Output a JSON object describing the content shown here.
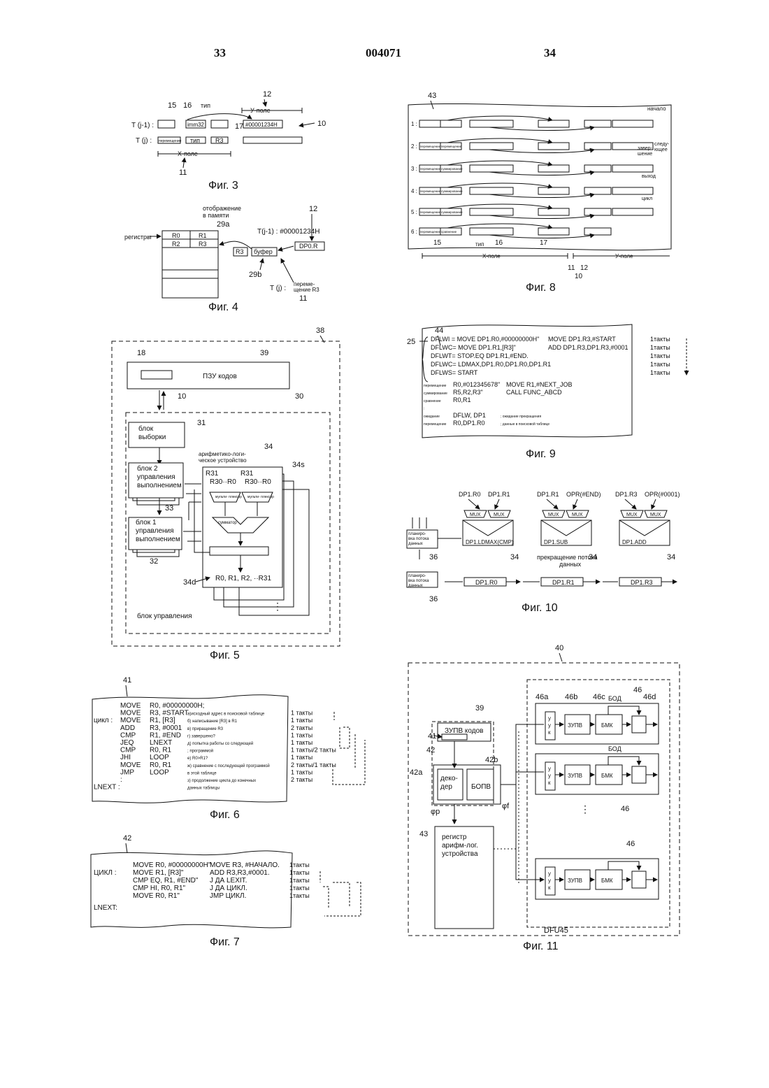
{
  "header": {
    "page_left": "33",
    "doc_number": "004071",
    "page_right": "34"
  },
  "fig3": {
    "caption": "Фиг. 3",
    "labels": {
      "n15": "15",
      "n16": "16",
      "n12": "12",
      "n10": "10",
      "n17": "17",
      "n11": "11",
      "type": "тип",
      "yfield": "У-поле",
      "xfield": "X-поле",
      "tj1": "T (j-1) :",
      "tj": "T (j) :",
      "imm32": "imm32",
      "hex": "#00001234H",
      "tip": "тип",
      "r3": "R3",
      "move": "перемещение"
    }
  },
  "fig4": {
    "caption": "Фиг. 4",
    "labels": {
      "mapping": "отображение\nв памяти",
      "n12": "12",
      "n29a": "29a",
      "n29b": "29b",
      "n11": "11",
      "registers": "регистры",
      "r0": "R0",
      "r1": "R1",
      "r2": "R2",
      "r3": "R3",
      "tj1": "T(j-1) : #00001234H",
      "dp": "DP0.R",
      "r3box": "R3",
      "buffer": "буфер",
      "tj": "T (j) :",
      "move": "переме-\nщение R3"
    }
  },
  "fig5": {
    "caption": "Фиг. 5",
    "labels": {
      "n38": "38",
      "n18": "18",
      "n39": "39",
      "rom": "ПЗУ кодов",
      "n10": "10",
      "n30": "30",
      "n31": "31",
      "fetch": "блок\nвыборки",
      "alu_title": "арифметико-логи-\nческое устройство",
      "n34": "34",
      "n34s": "34s",
      "exec2": "блок 2\nуправления\nвыполнением",
      "n33": "33",
      "exec1": "блок 1\nуправления\nвыполнением",
      "n32": "32",
      "r31a": "R31",
      "r30r0a": "R30··R0",
      "r31b": "R31",
      "r30r0b": "R30··R0",
      "mux": "мульти-\nплексор",
      "adder": "сумматор",
      "regs": "R0, R1, R2, ··R31",
      "n34d": "34d",
      "ctrl": "блок управления",
      "dots": "⋮"
    }
  },
  "fig6": {
    "caption": "Фиг. 6",
    "n41": "41",
    "code": [
      {
        "lbl": "",
        "op": "MOVE",
        "arg": "R0, #00000000H;",
        "cmt": "",
        "tk": ""
      },
      {
        "lbl": "",
        "op": "MOVE",
        "arg": "R3, #START",
        "cmt": "а)исходный адрес в поисковой таблице",
        "tk": "1 такты"
      },
      {
        "lbl": "цикл :",
        "op": "MOVE",
        "arg": "R1, [R3]",
        "cmt": "б) написывание [R3] в R1",
        "tk": "1 такты"
      },
      {
        "lbl": "",
        "op": "ADD",
        "arg": "R3, #0001",
        "cmt": "в) приращение R3",
        "tk": "2 такты"
      },
      {
        "lbl": "",
        "op": "CMP",
        "arg": "R1, #END",
        "cmt": "г) завершено?",
        "tk": "1 такты"
      },
      {
        "lbl": "",
        "op": "JEQ",
        "arg": "LNEXT",
        "cmt": "д) попытка работы со следующей",
        "tk": "1 такты"
      },
      {
        "lbl": "",
        "op": "CMP",
        "arg": "R0, R1",
        "cmt": "   ; программой",
        "tk": "1 такты/2 такты"
      },
      {
        "lbl": "",
        "op": "JHI",
        "arg": "LOOP",
        "cmt": "е) R0>R1?",
        "tk": "1 такты"
      },
      {
        "lbl": "",
        "op": "MOVE",
        "arg": "R0, R1",
        "cmt": "ж) сравнение с последующей программой",
        "tk": "2 такты/1 такты"
      },
      {
        "lbl": "",
        "op": "JMP",
        "arg": "LOOP",
        "cmt": "   в этой таблице",
        "tk": "1 такты"
      },
      {
        "lbl": "",
        "op": ":",
        "arg": "",
        "cmt": "з) продолжение цикла до конечных",
        "tk": "2 такты"
      },
      {
        "lbl": "LNEXT :",
        "op": "",
        "arg": "",
        "cmt": "   данных таблицы",
        "tk": ""
      }
    ]
  },
  "fig7": {
    "caption": "Фиг. 7",
    "n42": "42",
    "code": [
      {
        "lbl": "",
        "a": "MOVE R0, #00000000H\"",
        "b": "MOVE R3, #НАЧАЛО.",
        "tk": "1такты"
      },
      {
        "lbl": "ЦИКЛ :",
        "a": "MOVE R1, [R3]\"",
        "b": "ADD R3,R3,#0001.",
        "tk": "1такты"
      },
      {
        "lbl": "",
        "a": "CMP  EQ, R1, #END\"",
        "b": "J ДА  LEXIT.",
        "tk": "1такты"
      },
      {
        "lbl": "",
        "a": "CMP  HI, R0, R1\"",
        "b": "J ДА  ЦИКЛ.",
        "tk": "1такты"
      },
      {
        "lbl": "",
        "a": "MOVE R0, R1\"",
        "b": "JMP  ЦИКЛ.",
        "tk": "1такты"
      },
      {
        "lbl": "LNEXT:",
        "a": "",
        "b": "",
        "tk": ""
      }
    ]
  },
  "fig8": {
    "caption": "Фиг. 8",
    "labels": {
      "n43": "43",
      "n15": "15",
      "n16": "16",
      "n17": "17",
      "n11": "11",
      "n12": "12",
      "n10": "10",
      "type": "тип",
      "xfield": "X-поле",
      "yfield": "У-поле",
      "start": "начало",
      "finish": "завер-\nшение",
      "next": "следу-\nющее",
      "exit": "выход",
      "loop": "цикл"
    },
    "rows": [
      "1 :",
      "2 :",
      "3 :",
      "4 :",
      "5 :",
      "6 :"
    ]
  },
  "fig9": {
    "caption": "Фиг. 9",
    "n44": "44",
    "n25": "25",
    "lines": [
      {
        "a": "DFLWI =  MOVE  DP1.R0,#00000000H\"",
        "b": "MOVE  DP1.R3,#START",
        "tk": "1такты"
      },
      {
        "a": "DFLWC=  MOVE  DP1.R1,[R3]\"",
        "b": "ADD   DP1.R3,DP1.R3,#0001",
        "tk": "1такты"
      },
      {
        "a": "DFLWT=  STOP.EQ    DP1.R1,#END.",
        "b": "",
        "tk": "1такты"
      },
      {
        "a": "DFLWC=  LDMAX,DP1.R0,DP1.R0,DP1.R1",
        "b": "",
        "tk": "1такты"
      },
      {
        "a": "DFLWS=  START",
        "b": "",
        "tk": "1такты"
      }
    ],
    "lower": [
      {
        "k": "перемещение",
        "v": "R0,#012345678\"",
        "w": "MOVE  R1,#NEXT_JOB"
      },
      {
        "k": "суммирование",
        "v": "R5,R2,R3\"",
        "w": "CALL  FUNC_ABCD"
      },
      {
        "k": "сравнение",
        "v": "R0,R1",
        "w": ""
      },
      {
        "k": ":",
        "v": "",
        "w": ""
      },
      {
        "k": "ожидание",
        "v": "DFLW, DP1",
        "w": "; ожидание прекращения"
      },
      {
        "k": "перемещение",
        "v": "R0,DP1.R0",
        "w": "; данные в поисковой таблице"
      }
    ]
  },
  "fig10": {
    "caption": "Фиг. 10",
    "labels": {
      "dp1r0": "DP1.R0",
      "dp1r1": "DP1.R1",
      "dp1r1b": "DP1.R1",
      "opr_end": "OPR(#END)",
      "dp1r3": "DP1.R3",
      "opr1": "OPR(#0001)",
      "mux": "MUX",
      "ldmax": "DP1.LDMAX(CMP)",
      "sub": "DP1.SUB",
      "add": "DP1.ADD",
      "sched1": "планиро-\nвка потока\nданных",
      "sched2": "планиро-\nвка потока\nданных",
      "n36": "36",
      "n34": "34",
      "stop": "прекращение потока\nданных",
      "out1": "DP1.R0",
      "out2": "DP1.R1",
      "out3": "DP1.R3"
    }
  },
  "fig11": {
    "caption": "Фиг. 11",
    "labels": {
      "n40": "40",
      "n39": "39",
      "zupv": "ЗУПВ кодов",
      "n41": "41",
      "n42": "42",
      "n42a": "42a",
      "n42b": "42b",
      "decoder": "деко-\nдер",
      "bopv": "БОПВ",
      "phif": "φf",
      "phip": "φp",
      "n43": "43",
      "alu_reg": "регистр\nарифм-лог.\nустройства",
      "n46a": "46a",
      "n46b": "46b",
      "n46c": "46c",
      "n46": "46",
      "n46d": "46d",
      "bod": "БОД",
      "uuk": "у\nу\nк",
      "zupv_s": "ЗУПВ",
      "bmk": "БМК",
      "dfu": "DFU45"
    }
  }
}
